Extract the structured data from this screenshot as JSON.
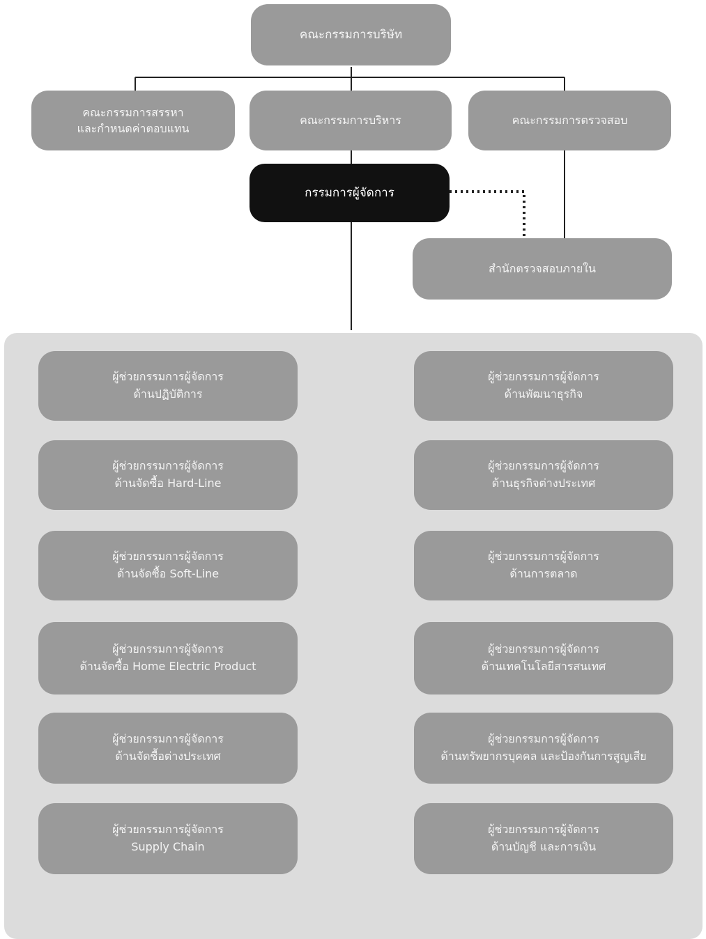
{
  "chart": {
    "board": "คณะกรรมการบริษัท",
    "committees": {
      "nomination": [
        "คณะกรรมการสรรหา",
        "และกำหนดค่าตอบแทน"
      ],
      "executive": "คณะกรรมการบริหาร",
      "audit": "คณะกรรมการตรวจสอบ"
    },
    "managing_director": "กรรมการผู้จัดการ",
    "internal_audit": "สำนักตรวจสอบภายใน",
    "assistants_left": [
      {
        "title": "ผู้ช่วยกรรมการผู้จัดการ",
        "area": "ด้านปฏิบัติการ"
      },
      {
        "title": "ผู้ช่วยกรรมการผู้จัดการ",
        "area": "ด้านจัดซื้อ Hard-Line"
      },
      {
        "title": "ผู้ช่วยกรรมการผู้จัดการ",
        "area": "ด้านจัดซื้อ Soft-Line"
      },
      {
        "title": "ผู้ช่วยกรรมการผู้จัดการ",
        "area": "ด้านจัดซื้อ Home Electric Product"
      },
      {
        "title": "ผู้ช่วยกรรมการผู้จัดการ",
        "area": "ด้านจัดซื้อต่างประเทศ"
      },
      {
        "title": "ผู้ช่วยกรรมการผู้จัดการ",
        "area": "Supply Chain"
      }
    ],
    "assistants_right": [
      {
        "title": "ผู้ช่วยกรรมการผู้จัดการ",
        "area": "ด้านพัฒนาธุรกิจ"
      },
      {
        "title": "ผู้ช่วยกรรมการผู้จัดการ",
        "area": "ด้านธุรกิจต่างประเทศ"
      },
      {
        "title": "ผู้ช่วยกรรมการผู้จัดการ",
        "area": "ด้านการตลาด"
      },
      {
        "title": "ผู้ช่วยกรรมการผู้จัดการ",
        "area": "ด้านเทคโนโลยีสารสนเทศ"
      },
      {
        "title": "ผู้ช่วยกรรมการผู้จัดการ",
        "area": "ด้านทรัพยากรบุคคล และป้องกันการสูญเสีย"
      },
      {
        "title": "ผู้ช่วยกรรมการผู้จัดการ",
        "area": "ด้านบัญชี และการเงิน"
      }
    ]
  },
  "colors": {
    "box": "#9a9a9a",
    "highlight": "#111111",
    "panel": "#dcdcdc",
    "line": "#222222"
  }
}
